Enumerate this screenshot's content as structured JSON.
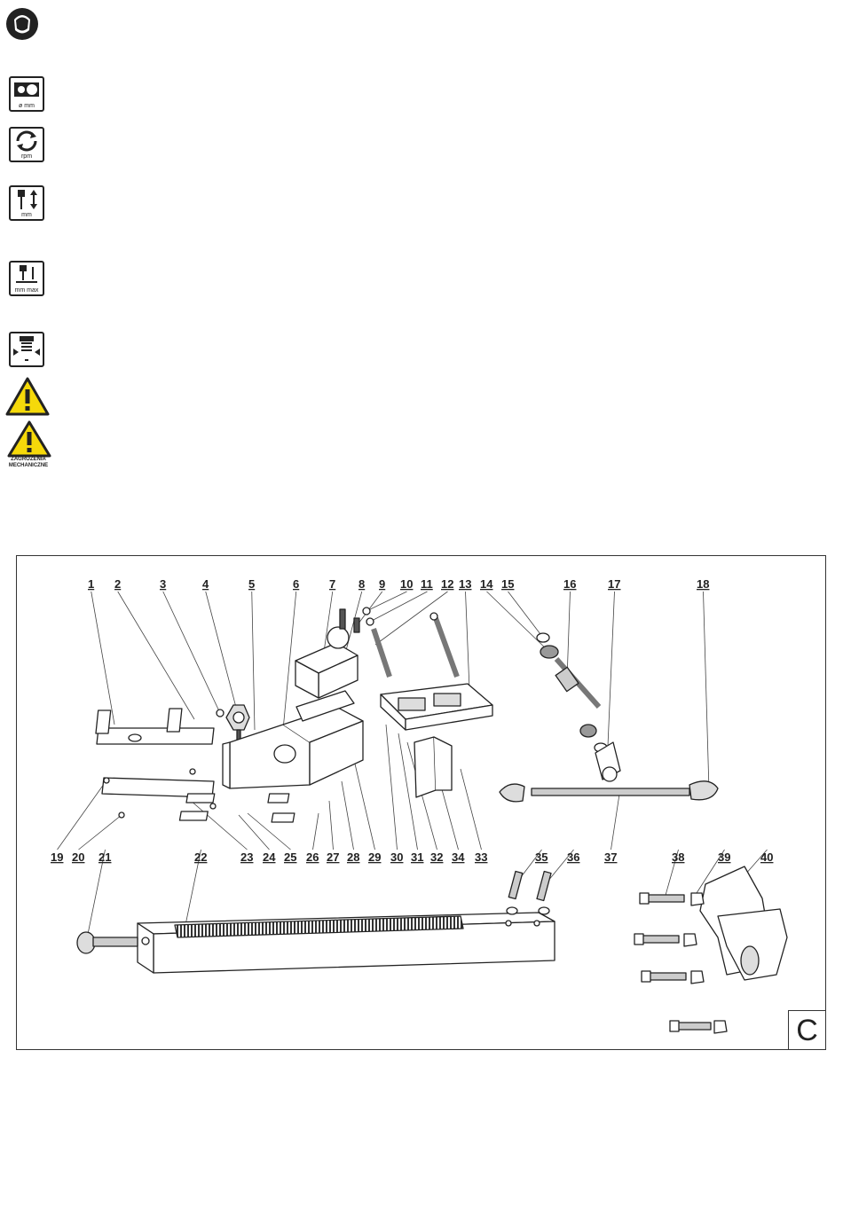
{
  "symbols": {
    "diameter_caption": "ø mm",
    "rpm_caption": "rpm",
    "travel_caption": "mm",
    "max_caption": "mm max",
    "mechanical_hazard_caption": "ZAGROŻENIA MECHANICZNE"
  },
  "diagram": {
    "callouts_top": [
      "1",
      "2",
      "3",
      "4",
      "5",
      "6",
      "7",
      "8",
      "9",
      "10",
      "11",
      "12",
      "13",
      "14",
      "15",
      "16",
      "17",
      "18"
    ],
    "callouts_bottom": [
      "19",
      "20",
      "21",
      "22",
      "23",
      "24",
      "25",
      "26",
      "27",
      "28",
      "29",
      "30",
      "31",
      "32",
      "34",
      "33",
      "35",
      "36",
      "37",
      "38",
      "39",
      "40"
    ],
    "section_letter": "C"
  }
}
